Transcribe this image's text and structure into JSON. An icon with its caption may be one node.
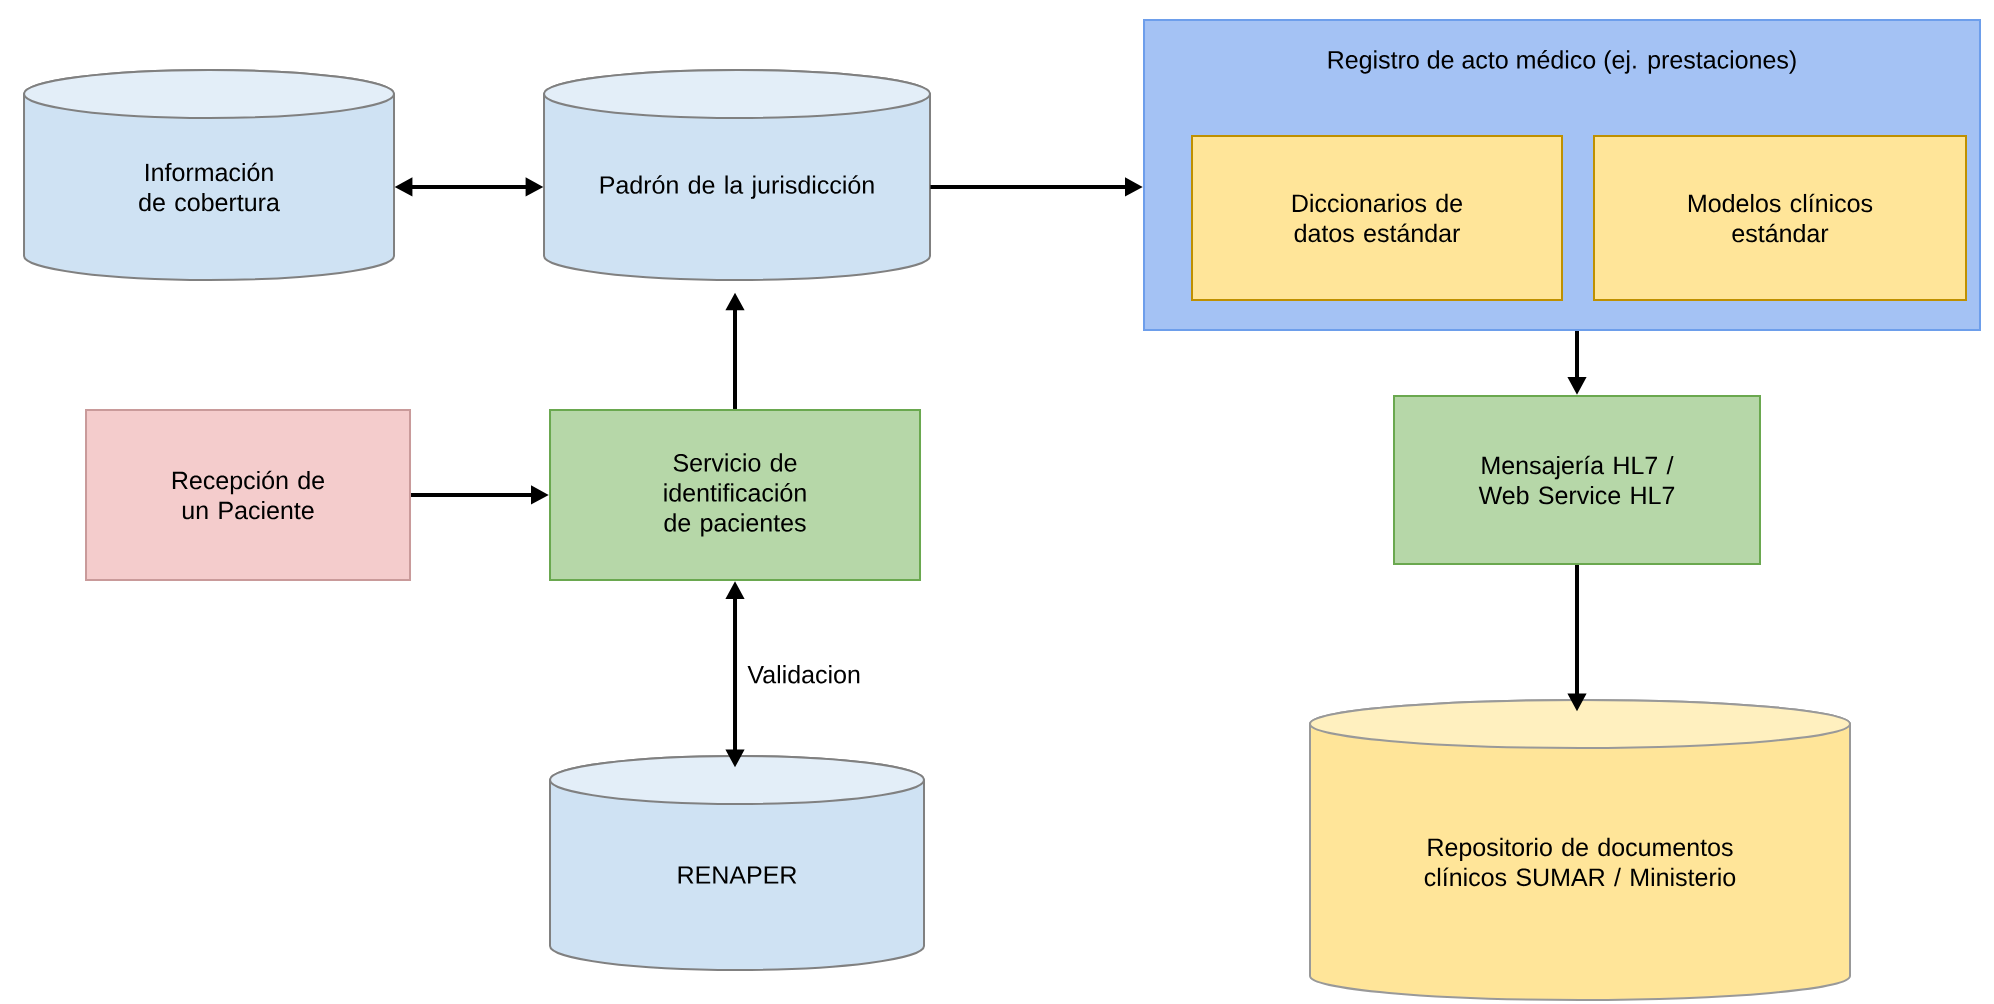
{
  "diagram": {
    "nodes": [
      {
        "text": [
          "Información de cobertura"
        ]
      },
      {
        "text": [
          "Padrón de la jurisdicción"
        ]
      },
      {
        "text": [
          "Registro de acto médico (ej. prestaciones)"
        ]
      },
      {
        "text": [
          "Diccionarios de datos estándar"
        ],
        "in": 2
      },
      {
        "text": [
          "Modelos clínicos estándar"
        ],
        "in": 2
      },
      {
        "text": [
          "Recepción de un Paciente"
        ]
      },
      {
        "text": [
          "Servicio de identificación de pacientes"
        ]
      },
      {
        "text": [
          "Mensajería HL7 / Web Service HL7"
        ]
      },
      {
        "text": [
          "RENAPER"
        ]
      },
      {
        "text": [
          "Repositorio de documentos clínicos SUMAR / Ministerio"
        ]
      }
    ],
    "edges": [
      {
        "from": 0,
        "to": 1,
        "arrow": "both"
      },
      {
        "from": 1,
        "to": 2,
        "arrow": "to"
      },
      {
        "from": 6,
        "to": 1,
        "arrow": "to"
      },
      {
        "from": 5,
        "to": 6,
        "arrow": "to"
      },
      {
        "from": 6,
        "to": 8,
        "arrow": "both",
        "label": "Validacion"
      },
      {
        "from": 2,
        "to": 7,
        "arrow": "to"
      },
      {
        "from": 7,
        "to": 9,
        "arrow": "to"
      }
    ]
  }
}
